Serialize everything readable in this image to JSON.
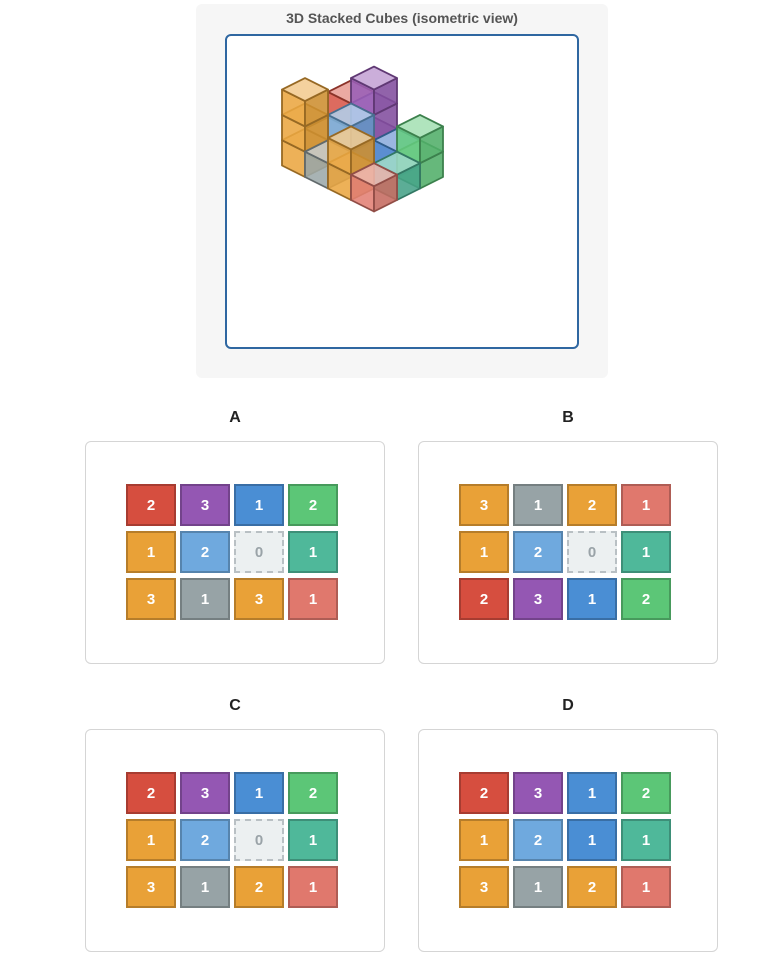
{
  "viewer": {
    "title": "3D Stacked Cubes (isometric view)"
  },
  "colors": {
    "red": "#d64e3f",
    "purple": "#9457b3",
    "blue": "#4a8ed4",
    "green": "#5cc677",
    "orange": "#e9a137",
    "lightblue": "#6fa9de",
    "teal": "#4fb89a",
    "gray": "#97a3a6",
    "salmon": "#e0786d",
    "empty": "#ecf0f1"
  },
  "options": [
    {
      "label": "A",
      "rows": [
        [
          {
            "v": "2",
            "c": "red"
          },
          {
            "v": "3",
            "c": "purple"
          },
          {
            "v": "1",
            "c": "blue"
          },
          {
            "v": "2",
            "c": "green"
          }
        ],
        [
          {
            "v": "1",
            "c": "orange"
          },
          {
            "v": "2",
            "c": "lightblue"
          },
          {
            "v": "0",
            "c": "empty"
          },
          {
            "v": "1",
            "c": "teal"
          }
        ],
        [
          {
            "v": "3",
            "c": "orange"
          },
          {
            "v": "1",
            "c": "gray"
          },
          {
            "v": "3",
            "c": "orange"
          },
          {
            "v": "1",
            "c": "salmon"
          }
        ]
      ]
    },
    {
      "label": "B",
      "rows": [
        [
          {
            "v": "3",
            "c": "orange"
          },
          {
            "v": "1",
            "c": "gray"
          },
          {
            "v": "2",
            "c": "orange"
          },
          {
            "v": "1",
            "c": "salmon"
          }
        ],
        [
          {
            "v": "1",
            "c": "orange"
          },
          {
            "v": "2",
            "c": "lightblue"
          },
          {
            "v": "0",
            "c": "empty"
          },
          {
            "v": "1",
            "c": "teal"
          }
        ],
        [
          {
            "v": "2",
            "c": "red"
          },
          {
            "v": "3",
            "c": "purple"
          },
          {
            "v": "1",
            "c": "blue"
          },
          {
            "v": "2",
            "c": "green"
          }
        ]
      ]
    },
    {
      "label": "C",
      "rows": [
        [
          {
            "v": "2",
            "c": "red"
          },
          {
            "v": "3",
            "c": "purple"
          },
          {
            "v": "1",
            "c": "blue"
          },
          {
            "v": "2",
            "c": "green"
          }
        ],
        [
          {
            "v": "1",
            "c": "orange"
          },
          {
            "v": "2",
            "c": "lightblue"
          },
          {
            "v": "0",
            "c": "empty"
          },
          {
            "v": "1",
            "c": "teal"
          }
        ],
        [
          {
            "v": "3",
            "c": "orange"
          },
          {
            "v": "1",
            "c": "gray"
          },
          {
            "v": "2",
            "c": "orange"
          },
          {
            "v": "1",
            "c": "salmon"
          }
        ]
      ]
    },
    {
      "label": "D",
      "rows": [
        [
          {
            "v": "2",
            "c": "red"
          },
          {
            "v": "3",
            "c": "purple"
          },
          {
            "v": "1",
            "c": "blue"
          },
          {
            "v": "2",
            "c": "green"
          }
        ],
        [
          {
            "v": "1",
            "c": "orange"
          },
          {
            "v": "2",
            "c": "lightblue"
          },
          {
            "v": "1",
            "c": "blue"
          },
          {
            "v": "1",
            "c": "teal"
          }
        ],
        [
          {
            "v": "3",
            "c": "orange"
          },
          {
            "v": "1",
            "c": "gray"
          },
          {
            "v": "2",
            "c": "orange"
          },
          {
            "v": "1",
            "c": "salmon"
          }
        ]
      ]
    }
  ],
  "structure": {
    "rows": [
      [
        {
          "h": 2,
          "c": "red"
        },
        {
          "h": 3,
          "c": "purple"
        },
        {
          "h": 1,
          "c": "blue"
        },
        {
          "h": 2,
          "c": "green"
        }
      ],
      [
        {
          "h": 1,
          "c": "orange"
        },
        {
          "h": 2,
          "c": "lightblue"
        },
        {
          "h": 0,
          "c": "empty"
        },
        {
          "h": 1,
          "c": "teal"
        }
      ],
      [
        {
          "h": 3,
          "c": "orange"
        },
        {
          "h": 1,
          "c": "gray"
        },
        {
          "h": 2,
          "c": "orange"
        },
        {
          "h": 1,
          "c": "salmon"
        }
      ]
    ]
  }
}
